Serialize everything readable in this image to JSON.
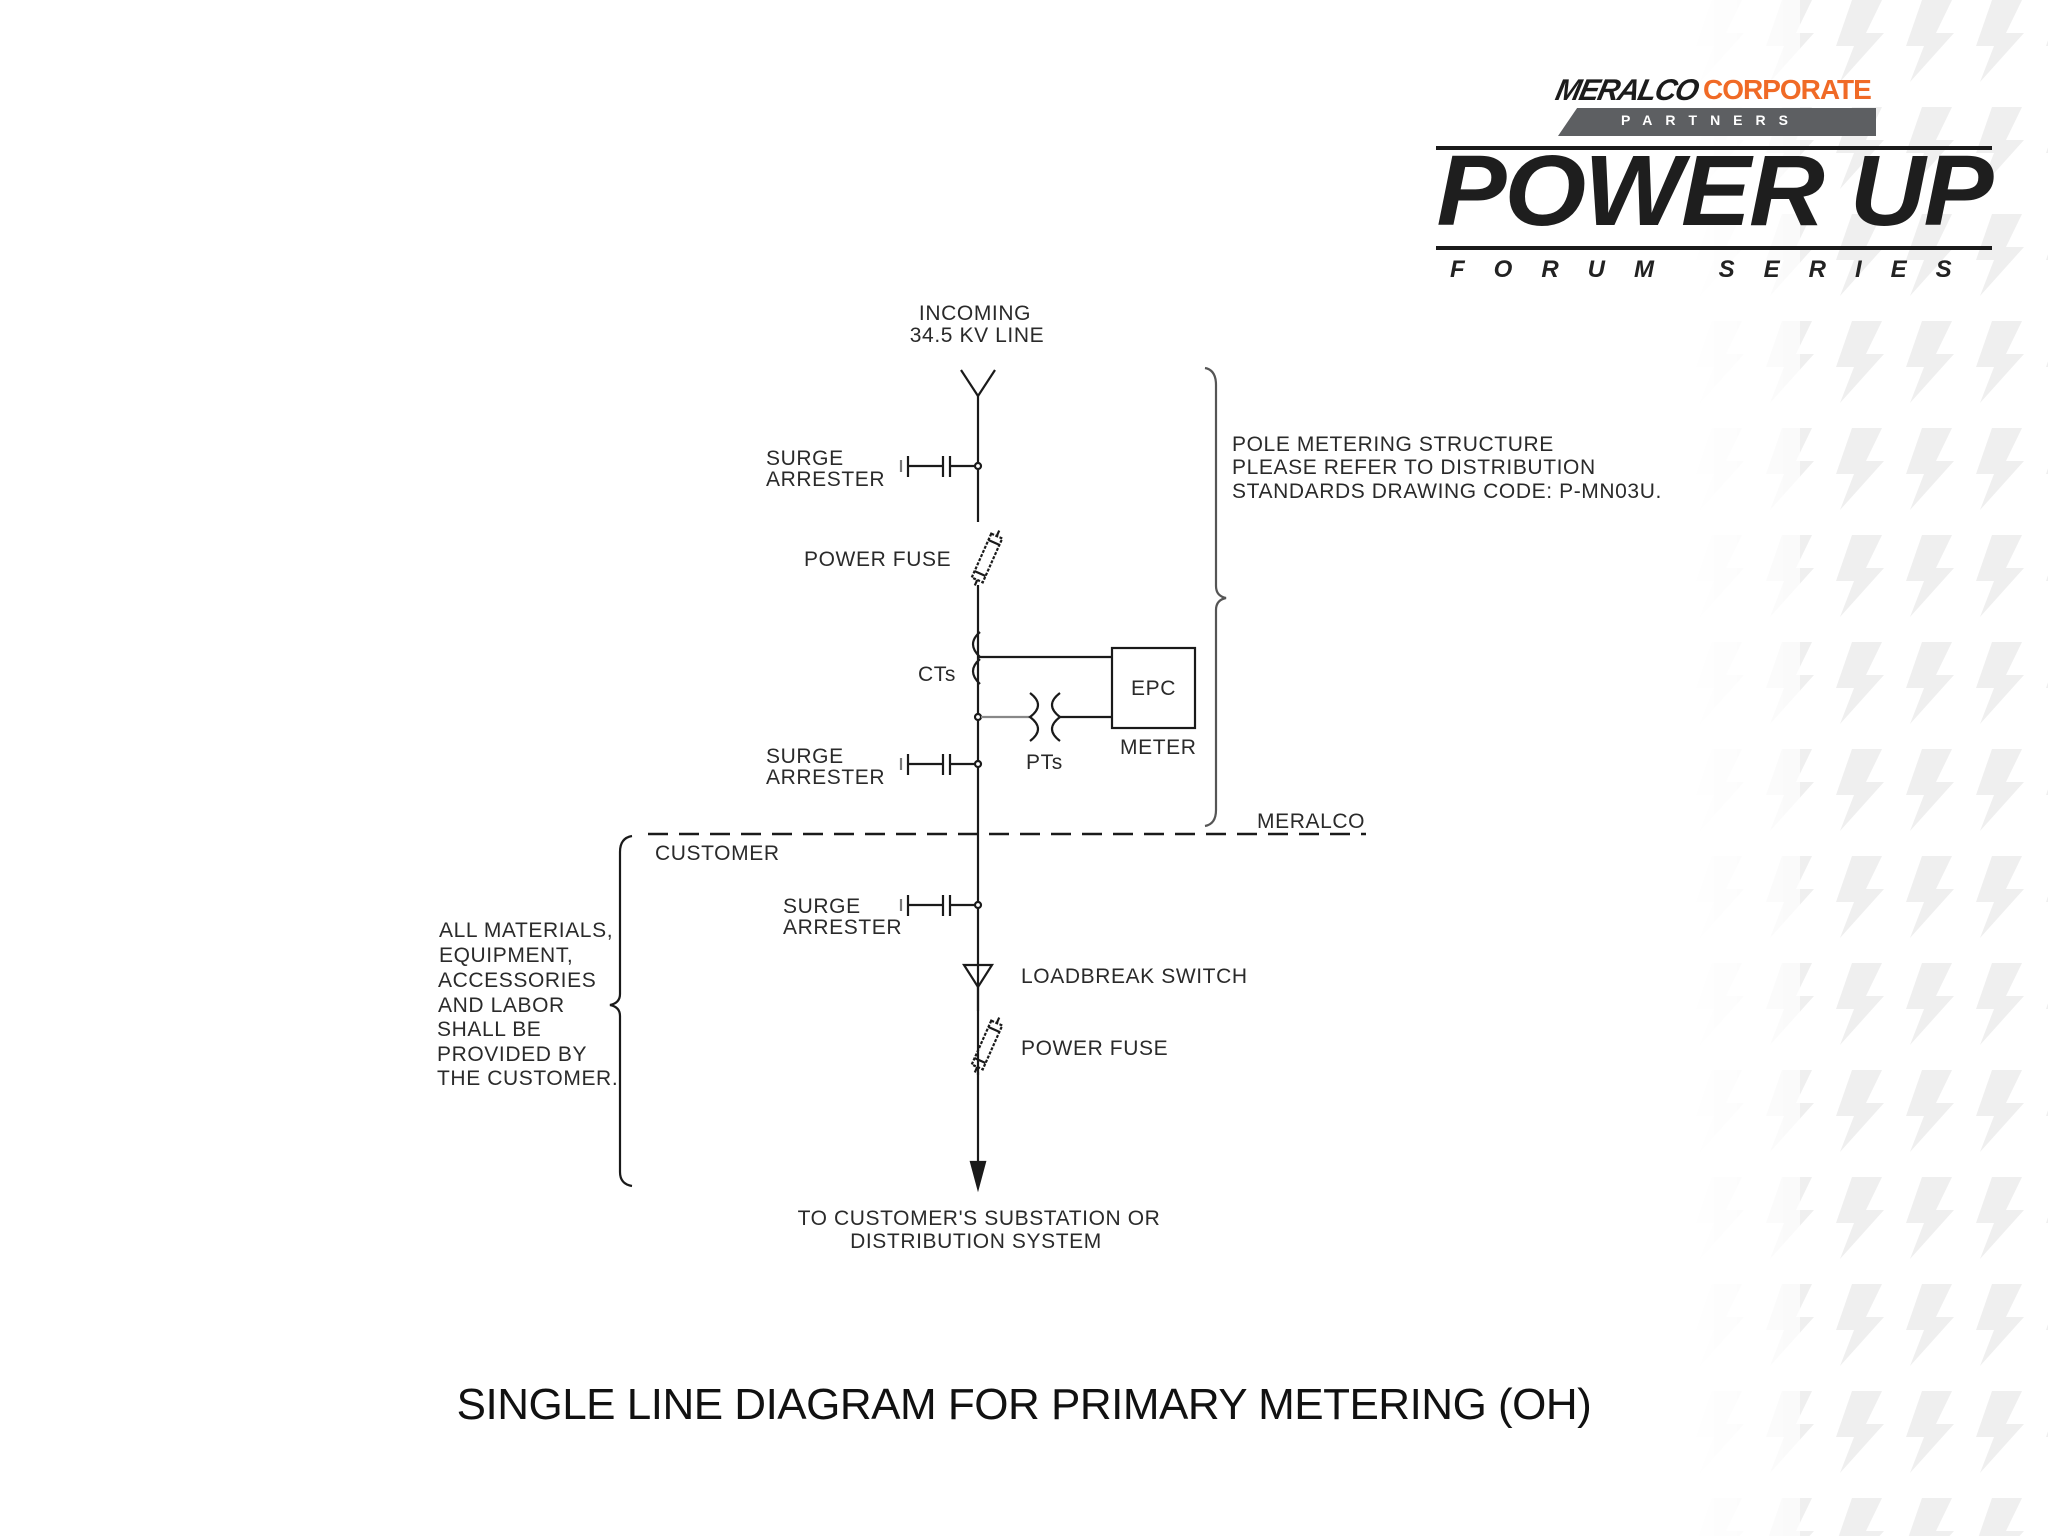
{
  "branding": {
    "logo_primary": "MERALCO",
    "logo_secondary": "CORPORATE",
    "logo_band": "PARTNERS",
    "title": "POWER UP",
    "subtitle": "FORUM SERIES",
    "accent_color": "#f06a26",
    "band_color": "#5d5f62",
    "text_color": "#1e1e1e"
  },
  "diagram": {
    "incoming": {
      "line1": "INCOMING",
      "line2": "34.5 KV LINE"
    },
    "surge_arrester_1": {
      "line1": "SURGE",
      "line2": "ARRESTER"
    },
    "power_fuse_1": "POWER FUSE",
    "cts": "CTs",
    "pts": "PTs",
    "meter_box": "EPC",
    "meter_label": "METER",
    "surge_arrester_2": {
      "line1": "SURGE",
      "line2": "ARRESTER"
    },
    "pole_note": {
      "line1": "POLE METERING STRUCTURE",
      "line2": "PLEASE REFER TO DISTRIBUTION",
      "line3": "STANDARDS DRAWING CODE: P-MN03U."
    },
    "boundary_upper": "MERALCO",
    "boundary_lower": "CUSTOMER",
    "surge_arrester_3": {
      "line1": "SURGE",
      "line2": "ARRESTER"
    },
    "loadbreak_switch": "LOADBREAK SWITCH",
    "power_fuse_2": "POWER FUSE",
    "customer_note": {
      "line1": "ALL MATERIALS,",
      "line2": "EQUIPMENT,",
      "line3": "ACCESSORIES",
      "line4": "AND LABOR",
      "line5": "SHALL BE",
      "line6": "PROVIDED BY",
      "line7": "THE CUSTOMER."
    },
    "destination": {
      "line1": "TO CUSTOMER'S SUBSTATION OR",
      "line2": "DISTRIBUTION SYSTEM"
    }
  },
  "caption": "SINGLE LINE DIAGRAM FOR PRIMARY METERING (OH)"
}
